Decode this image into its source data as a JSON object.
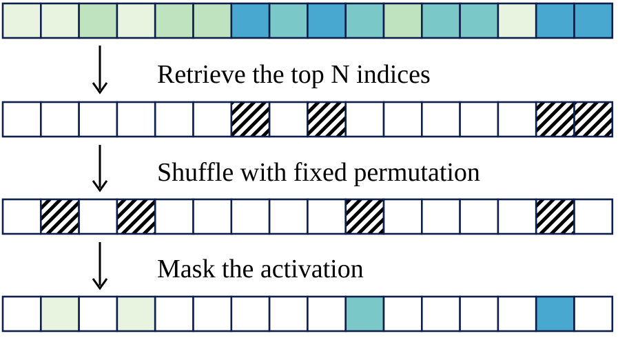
{
  "colors": {
    "level_1": "#e8f4e0",
    "level_2": "#bfe3bf",
    "level_3": "#7ac8c8",
    "level_4": "#48a8cf",
    "empty": "#ffffff",
    "border": "#0e1f4b",
    "hatch": "#000000"
  },
  "rows": [
    {
      "name": "activation-row",
      "cells": [
        "level_1",
        "level_1",
        "level_2",
        "level_1",
        "level_2",
        "level_2",
        "level_4",
        "level_3",
        "level_4",
        "level_3",
        "level_2",
        "level_3",
        "level_3",
        "level_1",
        "level_4",
        "level_4"
      ]
    },
    {
      "name": "top-n-indices-row",
      "cells": [
        "empty",
        "empty",
        "empty",
        "empty",
        "empty",
        "empty",
        "hatch",
        "empty",
        "hatch",
        "empty",
        "empty",
        "empty",
        "empty",
        "empty",
        "hatch",
        "hatch"
      ]
    },
    {
      "name": "shuffled-row",
      "cells": [
        "empty",
        "hatch",
        "empty",
        "hatch",
        "empty",
        "empty",
        "empty",
        "empty",
        "empty",
        "hatch",
        "empty",
        "empty",
        "empty",
        "empty",
        "hatch",
        "empty"
      ]
    },
    {
      "name": "masked-activation-row",
      "cells": [
        "empty",
        "level_1",
        "empty",
        "level_1",
        "empty",
        "empty",
        "empty",
        "empty",
        "empty",
        "level_3",
        "empty",
        "empty",
        "empty",
        "empty",
        "level_4",
        "empty"
      ]
    }
  ],
  "steps": [
    {
      "label": "Retrieve the top N indices"
    },
    {
      "label": "Shuffle with fixed permutation"
    },
    {
      "label": "Mask the activation"
    }
  ]
}
